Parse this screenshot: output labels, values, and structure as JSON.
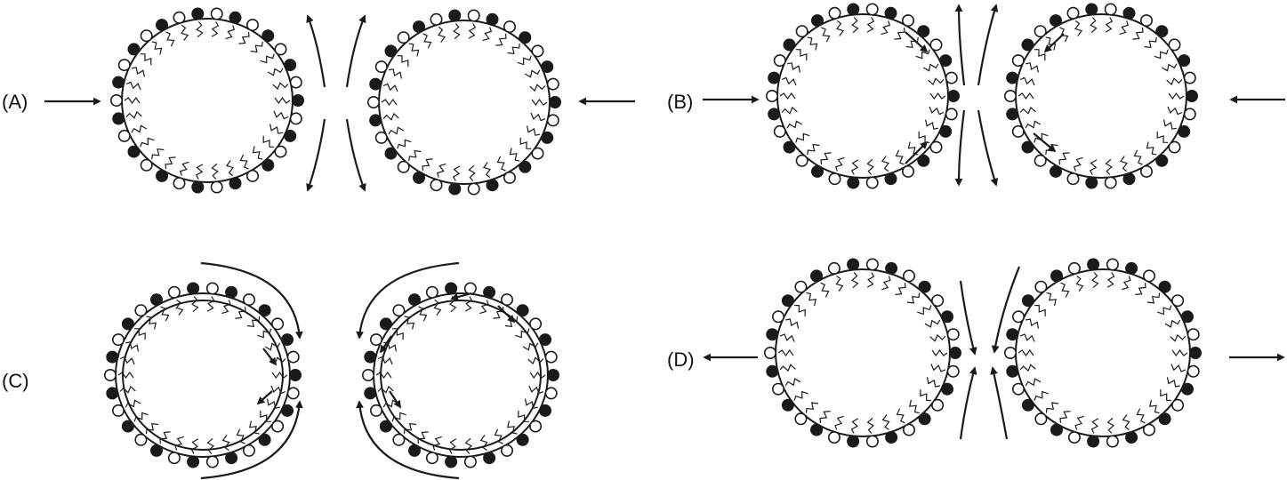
{
  "panels": [
    {
      "label": "(A)"
    },
    {
      "label": "(B)"
    },
    {
      "label": "(C)"
    },
    {
      "label": "(D)"
    }
  ],
  "colors": {
    "ink": "#1a1a1a",
    "background": "#ffffff"
  }
}
